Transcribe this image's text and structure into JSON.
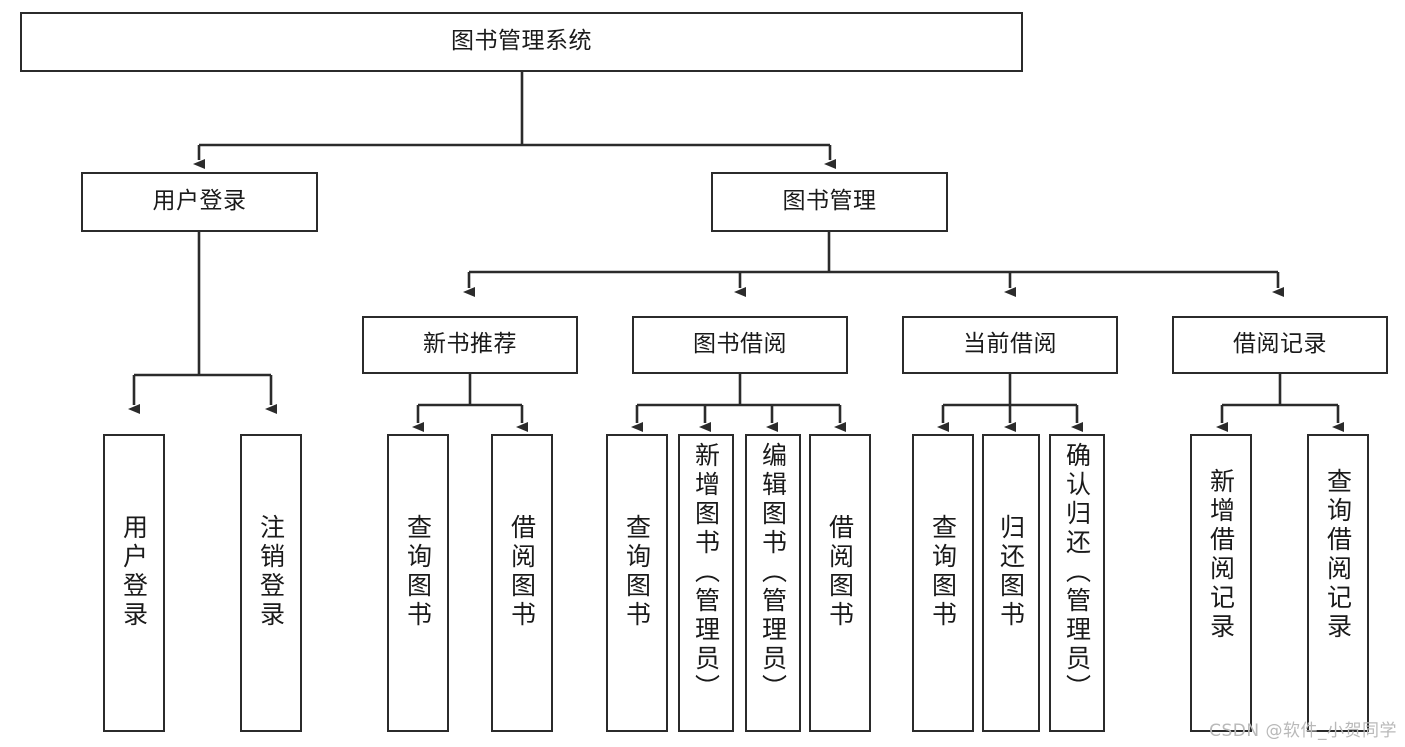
{
  "diagram": {
    "title": "图书管理系统",
    "type": "tree-hierarchy",
    "root": {
      "label": "图书管理系统"
    },
    "level2": [
      {
        "label": "用户登录"
      },
      {
        "label": "图书管理"
      }
    ],
    "level3": [
      {
        "label": "新书推荐"
      },
      {
        "label": "图书借阅"
      },
      {
        "label": "当前借阅"
      },
      {
        "label": "借阅记录"
      }
    ],
    "leaves": {
      "user_login": [
        {
          "label": "用户登录"
        },
        {
          "label": "注销登录"
        }
      ],
      "new_book_recommend": [
        {
          "label": "查询图书"
        },
        {
          "label": "借阅图书"
        }
      ],
      "book_borrow": [
        {
          "label": "查询图书"
        },
        {
          "label": "新增图书（管理员）"
        },
        {
          "label": "编辑图书（管理员）"
        },
        {
          "label": "借阅图书"
        }
      ],
      "current_borrow": [
        {
          "label": "查询图书"
        },
        {
          "label": "归还图书"
        },
        {
          "label": "确认归还（管理员）"
        }
      ],
      "borrow_record": [
        {
          "label": "新增借阅记录"
        },
        {
          "label": "查询借阅记录"
        }
      ]
    }
  },
  "watermark": {
    "text": "CSDN @软件_小贺同学"
  },
  "colors": {
    "border": "#2b2b2b",
    "text": "#1a1a1a",
    "background": "#ffffff",
    "watermark": "#b9b9b9"
  }
}
